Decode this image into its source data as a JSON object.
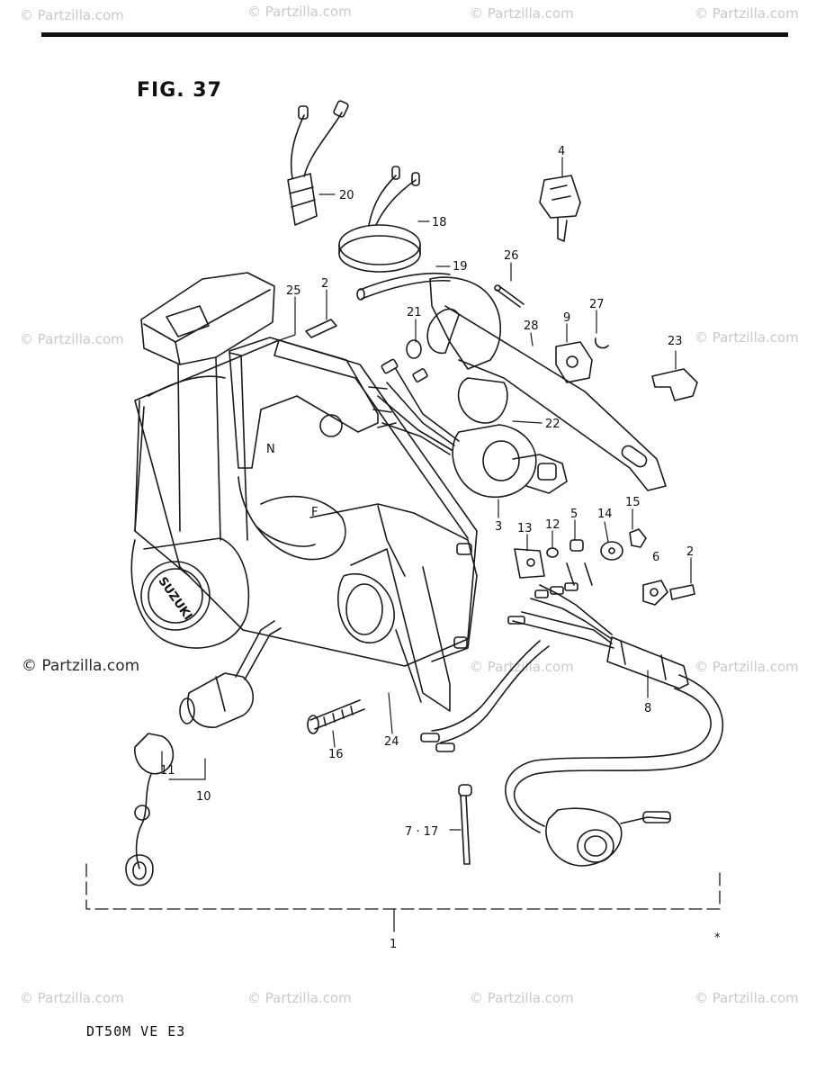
{
  "figure": {
    "title": "FIG. 37",
    "model_code": "DT50M VE E3",
    "assembly_label": "1",
    "star_mark": "*"
  },
  "watermark": {
    "text": "© Partzilla.com"
  },
  "parts": [
    {
      "id": "p2a",
      "label": "2"
    },
    {
      "id": "p2b",
      "label": "2"
    },
    {
      "id": "p3",
      "label": "3"
    },
    {
      "id": "p4",
      "label": "4"
    },
    {
      "id": "p5",
      "label": "5"
    },
    {
      "id": "p6",
      "label": "6"
    },
    {
      "id": "p7_17",
      "label": "7 · 17"
    },
    {
      "id": "p8",
      "label": "8"
    },
    {
      "id": "p9",
      "label": "9"
    },
    {
      "id": "p10",
      "label": "10"
    },
    {
      "id": "p11",
      "label": "11"
    },
    {
      "id": "p12",
      "label": "12"
    },
    {
      "id": "p13",
      "label": "13"
    },
    {
      "id": "p14",
      "label": "14"
    },
    {
      "id": "p15",
      "label": "15"
    },
    {
      "id": "p16",
      "label": "16"
    },
    {
      "id": "p18",
      "label": "18"
    },
    {
      "id": "p19",
      "label": "19"
    },
    {
      "id": "p20",
      "label": "20"
    },
    {
      "id": "p21",
      "label": "21"
    },
    {
      "id": "p22",
      "label": "22"
    },
    {
      "id": "p23",
      "label": "23"
    },
    {
      "id": "p24",
      "label": "24"
    },
    {
      "id": "p25",
      "label": "25"
    },
    {
      "id": "p26",
      "label": "26"
    },
    {
      "id": "p27",
      "label": "27"
    },
    {
      "id": "p28",
      "label": "28"
    }
  ],
  "logo": {
    "brand": "SUZUKI"
  },
  "colors": {
    "line": "#1a1a1a",
    "watermark": "#c9c9c9",
    "paper": "#ffffff"
  }
}
